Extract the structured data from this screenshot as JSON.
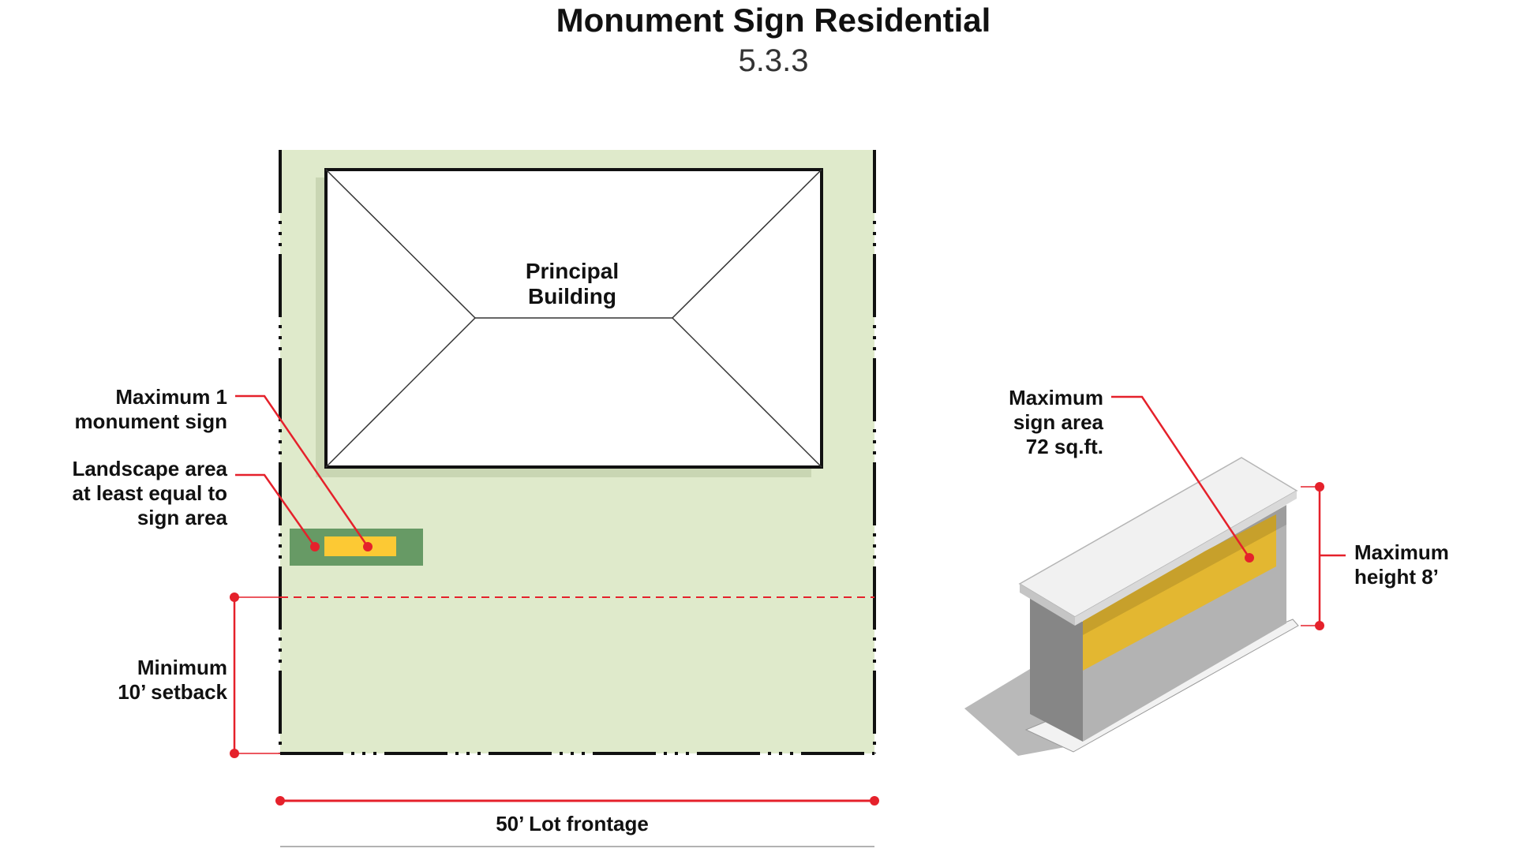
{
  "header": {
    "title": "Monument Sign Residential",
    "section": "5.3.3"
  },
  "site_plan": {
    "building_label": [
      "Principal",
      "Building"
    ],
    "callout_sign": [
      "Maximum 1",
      "monument sign"
    ],
    "callout_landscape": [
      "Landscape area",
      "at least equal to",
      "sign area"
    ],
    "callout_setback": [
      "Minimum",
      "10’ setback"
    ],
    "frontage_label": "50’ Lot frontage"
  },
  "sign_detail": {
    "callout_area": [
      "Maximum",
      "sign area",
      "72 sq.ft."
    ],
    "callout_height": [
      "Maximum",
      "height 8’"
    ]
  },
  "colors": {
    "lot_fill": "#dfeacb",
    "landscape": "#679a65",
    "sign_panel": "#fcc934",
    "sign_face": "#e3b731",
    "callout_red": "#e5212b",
    "building_shadow": "#c9d6b3",
    "stone_light": "#b3b3b3",
    "stone_dark": "#868686",
    "cap": "#f1f1f1"
  }
}
